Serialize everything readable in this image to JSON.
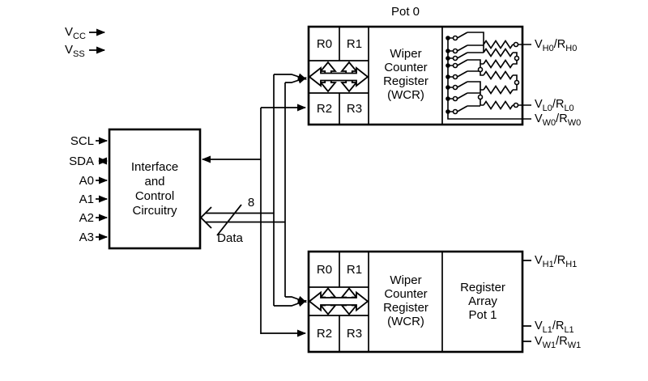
{
  "power_pins": [
    {
      "base": "V",
      "sub": "CC"
    },
    {
      "base": "V",
      "sub": "SS"
    }
  ],
  "left_pins": [
    "SCL",
    "SDA",
    "A0",
    "A1",
    "A2",
    "A3"
  ],
  "interface_block": {
    "label": "Interface\nand\nControl\nCircuitry"
  },
  "data_bus": {
    "bus_width": "8",
    "label": "Data"
  },
  "pot0": {
    "title": "Pot 0",
    "registers": [
      "R0",
      "R1",
      "R2",
      "R3"
    ],
    "wcr_label": "Wiper\nCounter\nRegister\n(WCR)",
    "terminals": [
      {
        "v": "V",
        "vsub": "H0",
        "sep": "/",
        "r": "R",
        "rsub": "H0"
      },
      {
        "v": "V",
        "vsub": "L0",
        "sep": "/",
        "r": "R",
        "rsub": "L0"
      },
      {
        "v": "V",
        "vsub": "W0",
        "sep": "/",
        "r": "R",
        "rsub": "W0"
      }
    ]
  },
  "pot1": {
    "registers": [
      "R0",
      "R1",
      "R2",
      "R3"
    ],
    "wcr_label": "Wiper\nCounter\nRegister\n(WCR)",
    "array_label": "Register\nArray\nPot 1",
    "terminals": [
      {
        "v": "V",
        "vsub": "H1",
        "sep": "/",
        "r": "R",
        "rsub": "H1"
      },
      {
        "v": "V",
        "vsub": "L1",
        "sep": "/",
        "r": "R",
        "rsub": "L1"
      },
      {
        "v": "V",
        "vsub": "W1",
        "sep": "/",
        "r": "R",
        "rsub": "W1"
      }
    ]
  },
  "colors": {
    "line": "#000000",
    "background": "#ffffff"
  }
}
